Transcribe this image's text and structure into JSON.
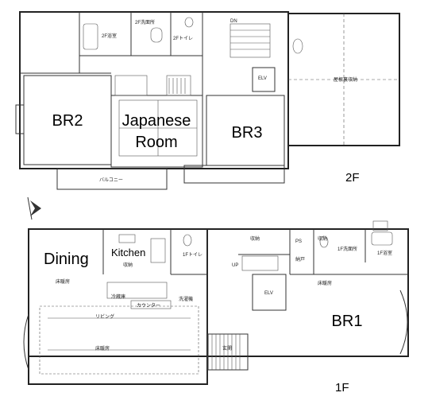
{
  "floors": {
    "second": {
      "label": "2F",
      "rooms": {
        "br2": "BR2",
        "japanese_line1": "Japanese",
        "japanese_line2": "Room",
        "br3": "BR3"
      },
      "small_labels": {
        "wc_2f": "2Fトイレ",
        "washroom_2f": "2F洗面所",
        "bath_2f": "2F浴室",
        "dn": "DN",
        "elv": "ELV",
        "attic": "屋根裏収納",
        "balcony": "バルコニー"
      }
    },
    "first": {
      "label": "1F",
      "rooms": {
        "dining": "Dining",
        "kitchen": "Kitchen",
        "br1": "BR1"
      },
      "small_labels": {
        "storage_a": "収納",
        "storage_b": "収納",
        "wc_1f": "1Fトイレ",
        "up": "UP",
        "elv": "ELV",
        "ps": "PS",
        "closet": "納戸",
        "washroom_1f": "1F洗面所",
        "bath_1f": "1F浴室",
        "floor_heat_a": "床暖房",
        "floor_heat_b": "床暖房",
        "floor_heat_c": "床暖房",
        "fridge": "冷蔵庫",
        "counter": "カウンター",
        "laundry": "洗濯機",
        "living": "リビング",
        "entrance": "玄関",
        "storage_c": "収納"
      }
    }
  }
}
